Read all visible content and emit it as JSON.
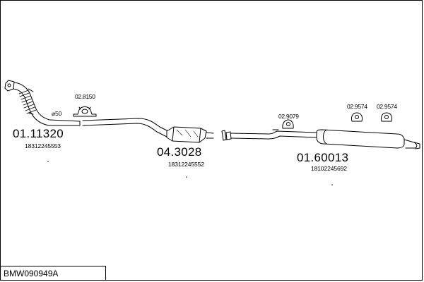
{
  "parts": [
    {
      "id": "front-pipe",
      "number": "01.11320",
      "oe_number": "18312245553",
      "diameter": "⌀50"
    },
    {
      "id": "catalyst",
      "number": "04.3028",
      "oe_number": "18312245552"
    },
    {
      "id": "rear-silencer",
      "number": "01.60013",
      "oe_number": "18102245692"
    }
  ],
  "accessories": [
    {
      "id": "clamp-front",
      "number": "02.8150"
    },
    {
      "id": "hanger-mid",
      "number": "02.9079"
    },
    {
      "id": "hanger-rear-1",
      "number": "02.9574"
    },
    {
      "id": "hanger-rear-2",
      "number": "02.9574"
    }
  ],
  "vehicle_code": "BMW090949A"
}
